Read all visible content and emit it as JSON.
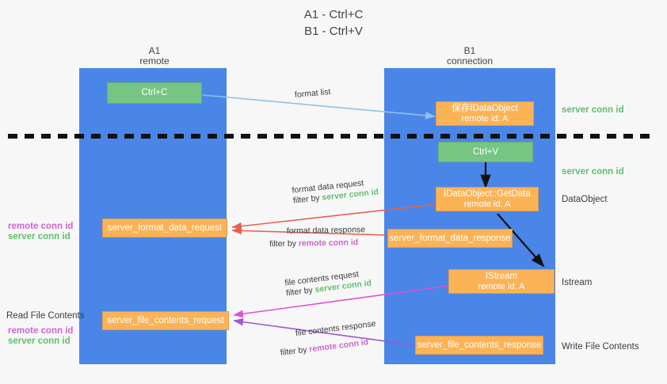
{
  "title": {
    "line1": "A1 - Ctrl+C",
    "line2": "B1 - Ctrl+V"
  },
  "lanes": [
    {
      "id": "a1",
      "name": "A1",
      "sub": "remote"
    },
    {
      "id": "b1",
      "name": "B1",
      "sub": "connection"
    }
  ],
  "nodes": {
    "ctrl_c": {
      "label": "Ctrl+C",
      "color": "green"
    },
    "save_dataobj": {
      "label": "保存IDataObject",
      "sub": "remote id: A",
      "color": "orange"
    },
    "ctrl_v": {
      "label": "Ctrl+V",
      "color": "green"
    },
    "getdata": {
      "label": "IDataObject::GetData",
      "sub": "remote id: A",
      "color": "orange"
    },
    "fmt_req": {
      "label": "server_format_data_request",
      "color": "orange"
    },
    "fmt_resp": {
      "label": "server_format_data_response",
      "color": "orange"
    },
    "istream": {
      "label": "IStream",
      "sub": "remote id: A",
      "color": "orange"
    },
    "file_req": {
      "label": "server_file_contents_request",
      "color": "orange"
    },
    "file_resp": {
      "label": "server_file_contents_response",
      "color": "orange"
    }
  },
  "edges": {
    "format_list": {
      "label": "format list"
    },
    "fmt_data_req": {
      "label": "format data request",
      "filter_prefix": "filter by ",
      "filter_value": "server conn id"
    },
    "fmt_data_resp": {
      "label": "format data response",
      "filter_prefix": "filter by ",
      "filter_value": "remote conn id"
    },
    "file_contents_req": {
      "label": "file contents request",
      "filter_prefix": "filter by ",
      "filter_value": "server conn id"
    },
    "file_contents_resp": {
      "label": "file contents response",
      "filter_prefix": "filter by ",
      "filter_value": "remote conn id"
    }
  },
  "annotations": {
    "right_server_conn_1": "server conn id",
    "right_server_conn_2": "server conn id",
    "right_dataobject": "DataObject",
    "right_istream": "Istream",
    "right_write_file": "Write File Contents",
    "left_read_file": "Read File Contents",
    "left_remote_conn_1": "remote conn id",
    "left_server_conn_1": "server conn id",
    "left_remote_conn_2": "remote conn id",
    "left_server_conn_2": "server conn id"
  },
  "colors": {
    "lane": "#4a86e8",
    "green_node": "#76c583",
    "orange_node": "#fbb356",
    "server_conn": "#5fbf6f",
    "remote_conn": "#cc66cc",
    "arrow_blue": "#8fc3e8",
    "arrow_red": "#e8604c",
    "arrow_magenta": "#e24fd0",
    "arrow_purple": "#9b59d0",
    "arrow_black": "#111111",
    "divider": "#111111",
    "background": "#f7f7f7"
  }
}
